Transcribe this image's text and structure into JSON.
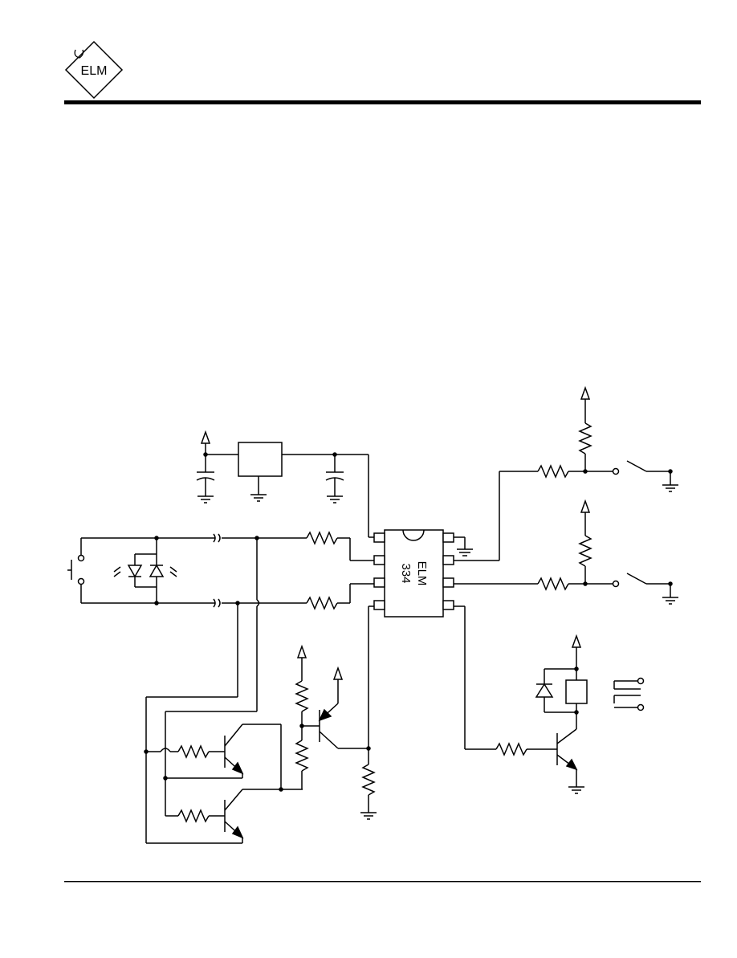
{
  "header": {
    "logo_text": "ELM",
    "logo_icon": "elm-diamond-logo"
  },
  "schematic": {
    "ic": {
      "line1": "ELM",
      "line2": "334"
    },
    "components": [
      "regulator",
      "capacitor",
      "resistor",
      "pushbutton",
      "led",
      "npn-transistor",
      "switch",
      "relay",
      "diode",
      "ground",
      "supply-arrow"
    ]
  },
  "colors": {
    "ink": "#000000",
    "paper": "#ffffff"
  }
}
